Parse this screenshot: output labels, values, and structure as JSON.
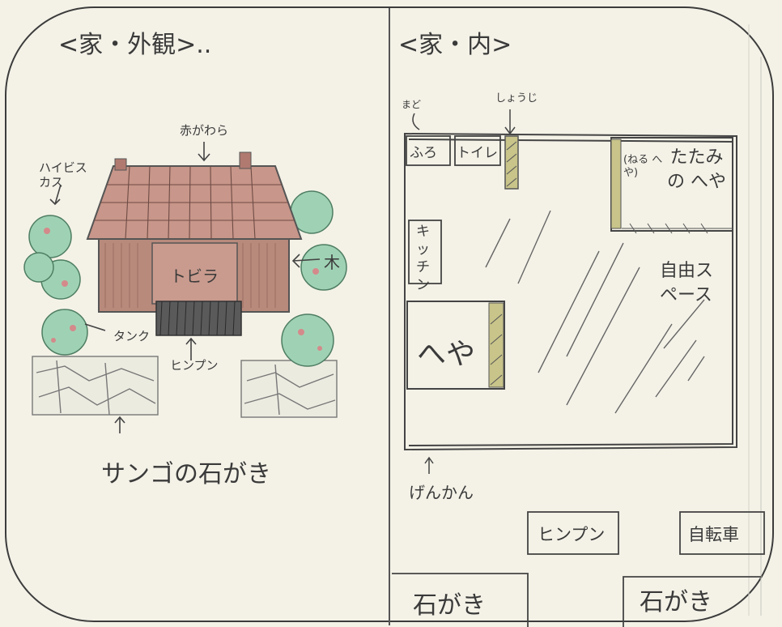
{
  "exterior": {
    "title": "<家・外観>..",
    "roof_label": "赤がわら",
    "flower_label": "ハイビスカス",
    "door_label": "トビラ",
    "tree_label": "木",
    "tank_label": "タンク",
    "screen_label": "ヒンプン",
    "stone_wall_label": "サンゴの石がき"
  },
  "interior": {
    "title": "<家・内>",
    "label_mado": "まど",
    "label_shoji": "しょうじ",
    "bath": "ふろ",
    "toilet": "トイレ",
    "sleep_room": "(ねる へや)",
    "tatami_room": "たたみの へや",
    "kitchen": "キッチン",
    "free_space": "自由スペース",
    "room": "へや",
    "entrance": "げんかん",
    "screen": "ヒンプン",
    "bicycle": "自転車",
    "stone_wall_left": "石がき",
    "stone_wall_right": "石がき"
  },
  "colors": {
    "paper": "#f4f2e7",
    "roof_tile": "#b07a70",
    "wall": "#a97b6f",
    "leaf": "#8fc9a8",
    "hatch": "#7a7a3a"
  }
}
